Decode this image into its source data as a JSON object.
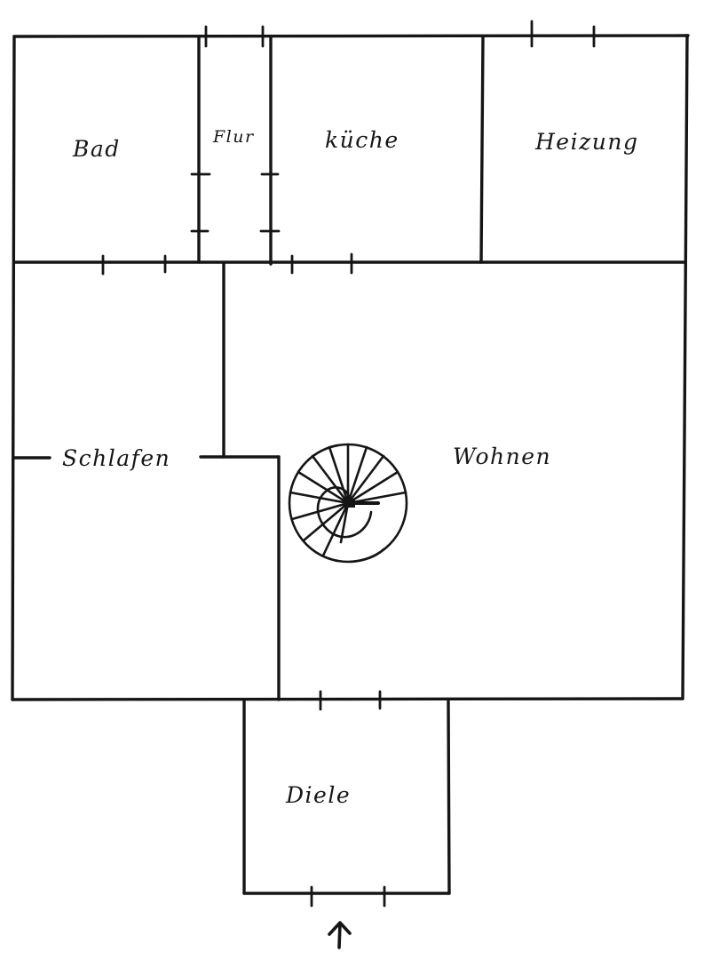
{
  "rooms": {
    "bad": "Bad",
    "flur": "Flur",
    "kueche": "küche",
    "heizung": "Heizung",
    "schlafen": "Schlafen",
    "wohnen": "Wohnen",
    "diele": "Diele"
  },
  "icons": {
    "staircase": "spiral-staircase-icon",
    "entrance": "entrance-arrow-icon"
  },
  "colors": {
    "ink": "#151515",
    "paper": "#ffffff"
  }
}
